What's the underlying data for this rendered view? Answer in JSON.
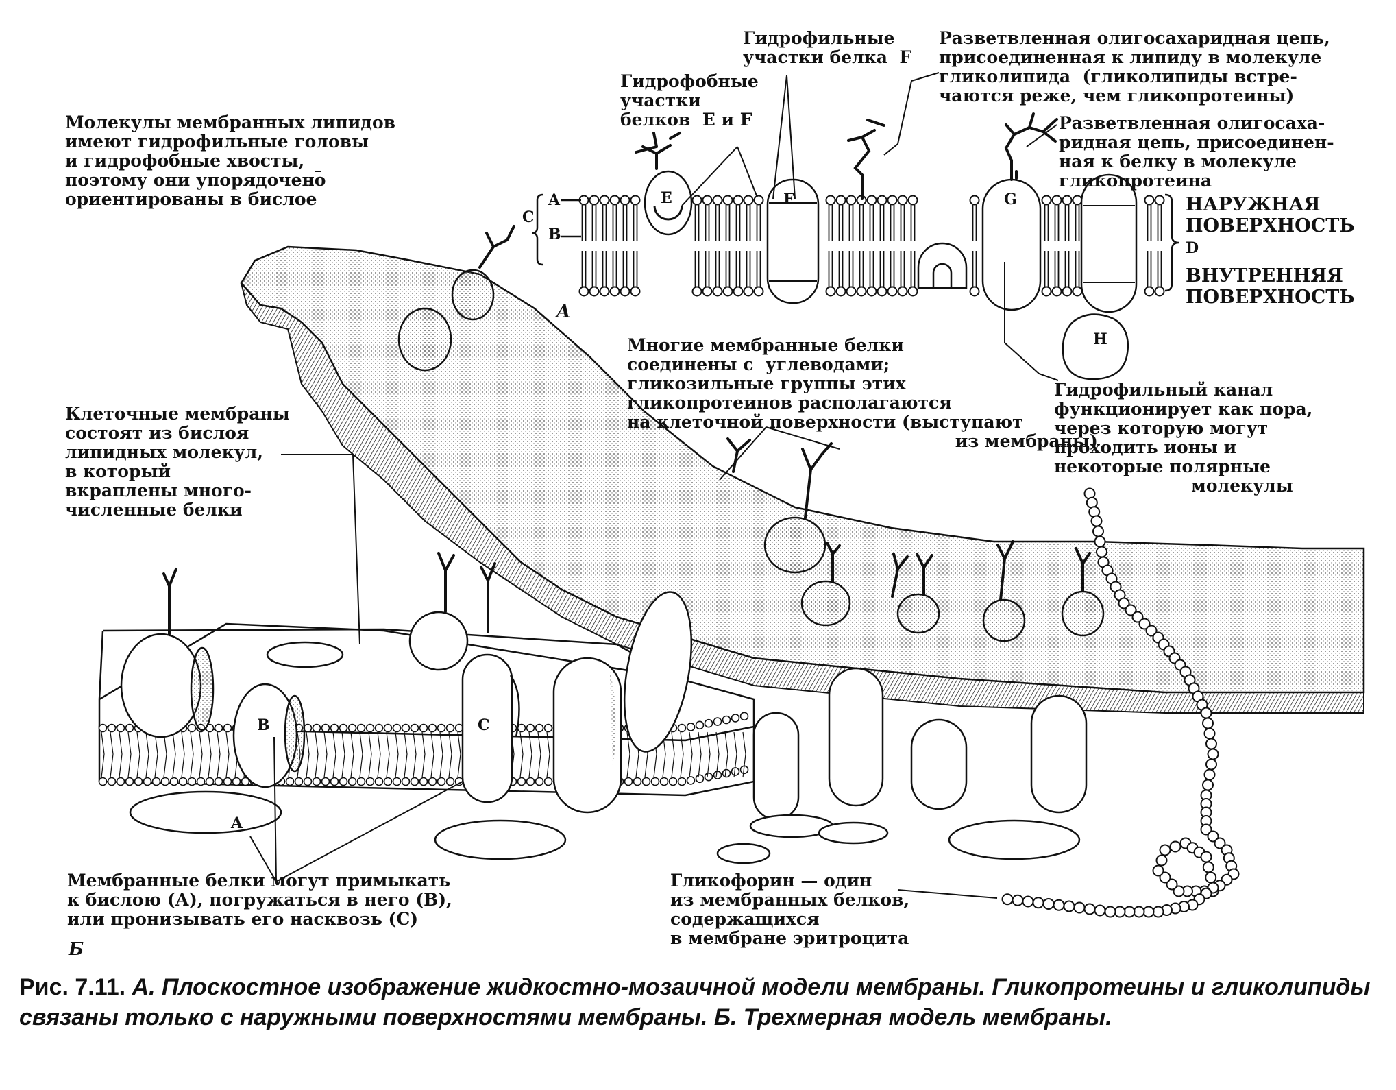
{
  "panel_a": {
    "part_label": "A",
    "labels": {
      "hydrophilic_protein_parts": "Гидрофильные\nучастки белка  F",
      "glycolipid_chain": "Разветвленная олигосахаридная цепь,\nприсоединенная к липиду в молекуле\nгликолипида  (гликолипиды встре-\nчаются реже, чем гликопротеины)",
      "hydrophobic_protein_parts": "Гидрофобные\nучастки\nбелков  E и F",
      "glycoprotein_chain": "Разветвленная олигосаха-\nридная цепь, присоединен-\nная к белку в молекуле\nгликопротеина",
      "outer_surface": "НАРУЖНАЯ\nПОВЕРХНОСТЬ",
      "inner_surface": "ВНУТРЕННЯЯ\nПОВЕРХНОСТЬ",
      "hydrophilic_channel": "Гидрофильный канал\nфункционирует как пора,\nчерез которую могут\nпроходить ионы и\nнекоторые полярные\n                       молекулы"
    },
    "letters": {
      "a": "A",
      "b": "B",
      "c": "C",
      "d": "D",
      "e": "E",
      "f": "F",
      "g": "G",
      "h": "H"
    }
  },
  "panel_b": {
    "part_label": "Б",
    "labels": {
      "lipid_molecules": "Молекулы мембранных липидов\nимеют гидрофильные головы\nи гидрофобные хвосты,\nпоэтому они упорядочено\nориентированы в бислое",
      "cell_membranes": "Клеточные мембраны\nсостоят из бислоя\nлипидных молекул,\nв который\nвкраплены много-\nчисленные белки",
      "glycoproteins": "Многие мембранные белки\nсоединены с  углеводами;\nгликозильные группы этих\nгликопротеинов располагаются\nна клеточной поверхности (выступают\n                                                       из мембраны)",
      "protein_positions": "Мембранные белки могут примыкать\nк бислою (А), погружаться в него (В),\nили пронизывать его насквозь (С)",
      "glycophorin": "Гликофорин — один\nиз мембранных белков,\nсодержащихся\nв мембране эритроцита"
    },
    "letters": {
      "a": "A",
      "b": "B",
      "c": "C"
    }
  },
  "caption": {
    "figure_number": "Рис. 7.11.",
    "text": " А. Плоскостное изображение жидкостно-мозаичной модели мембраны. Гликопротеины и гликолипиды связаны только с наружными поверхностями мембраны. Б. Трехмерная модель мембраны."
  }
}
